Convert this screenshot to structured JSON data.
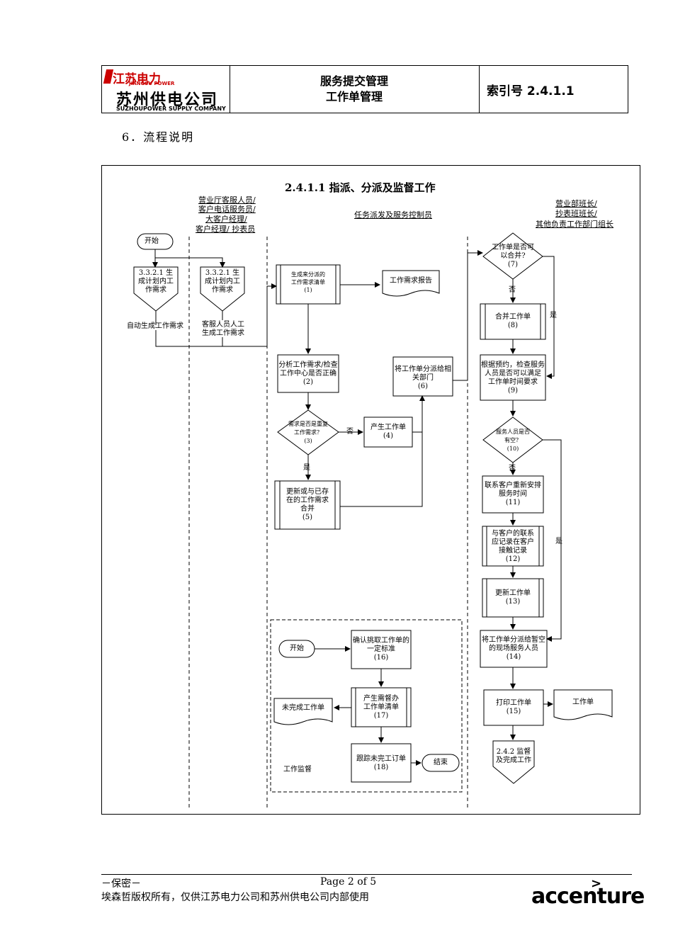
{
  "header": {
    "logo_cn_top": "江苏电力",
    "logo_en_top": "JIANGSU POWER",
    "logo_cn_main": "苏州供电公司",
    "logo_en_main": "SUZHOUPOWER SUPPLY COMPANY",
    "title_line1": "服务提交管理",
    "title_line2": "工作单管理",
    "index_label": "索引号 2.4.1.1"
  },
  "section_title": "6．流程说明",
  "diagram": {
    "title": "2.4.1.1 指派、分派及监督工作",
    "lanes": {
      "lane1": [
        "营业厅客服人员/",
        "客户电话服务员/",
        "大客户经理/",
        "客户经理/ 抄表员"
      ],
      "lane2": "任务派发及服务控制员",
      "lane3": [
        "营业部班长/",
        "抄表班班长/",
        "其他负责工作部门组长"
      ]
    },
    "nodes": {
      "start": "开始",
      "n3321a": [
        "3.3.2.1 生",
        "成计划内工",
        "作需求"
      ],
      "n3321b": [
        "3.3.2.1 生",
        "成计划内工",
        "作需求"
      ],
      "auto": "自动生成工作需求",
      "manual": [
        "客服人员人工",
        "生成工作需求"
      ],
      "n1": [
        "生成来分派的",
        "工作需求清单",
        "(1)"
      ],
      "report": "工作需求报告",
      "n2": [
        "分析工作需求/检查",
        "工作中心是否正确",
        "(2)"
      ],
      "n3": [
        "需求是否是重复",
        "工作需求？",
        "(3)"
      ],
      "n4": [
        "产生工作单",
        "(4)"
      ],
      "n5": [
        "更新或与已存",
        "在的工作需求",
        "合并",
        "(5)"
      ],
      "n6": [
        "将工作单分派给相",
        "关部门",
        "(6)"
      ],
      "n7": [
        "工作单是否可",
        "以合并?",
        "(7)"
      ],
      "n8": [
        "合并工作单",
        "(8)"
      ],
      "n9": [
        "根据预约，检查服务",
        "人员是否可以满足",
        "工作单时间要求",
        "(9)"
      ],
      "n10": [
        "服务人员是否",
        "有空？",
        "(10)"
      ],
      "n11": [
        "联系客户重新安排",
        "服务时间",
        "(11)"
      ],
      "n12": [
        "与客户的联系",
        "应记录在客户",
        "接触记录",
        "(12)"
      ],
      "n13": [
        "更新工作单",
        "(13)"
      ],
      "n14": [
        "将工作单分派给暂空",
        "的现场服务人员",
        "(14)"
      ],
      "n15": [
        "打印工作单",
        "(15)"
      ],
      "workorder": "工作单",
      "n242": [
        "2.4.2 监督",
        "及完成工作"
      ],
      "start2": "开始",
      "n16": [
        "确认挑取工作单的",
        "一定标准",
        "(16)"
      ],
      "n17": [
        "产生需督办",
        "工作单清单",
        "(17)"
      ],
      "unfinished": "未完成工作单",
      "n18": [
        "跟踪未完工订单",
        "(18)"
      ],
      "end": "结束",
      "supervise": "工作监督"
    },
    "labels": {
      "no": "否",
      "yes": "是"
    }
  },
  "footer": {
    "confidential": "－保密－",
    "page": "Page 2 of 5",
    "copyright": "埃森哲版权所有，仅供江苏电力公司和苏州供电公司内部使用",
    "brand": "accenture"
  }
}
